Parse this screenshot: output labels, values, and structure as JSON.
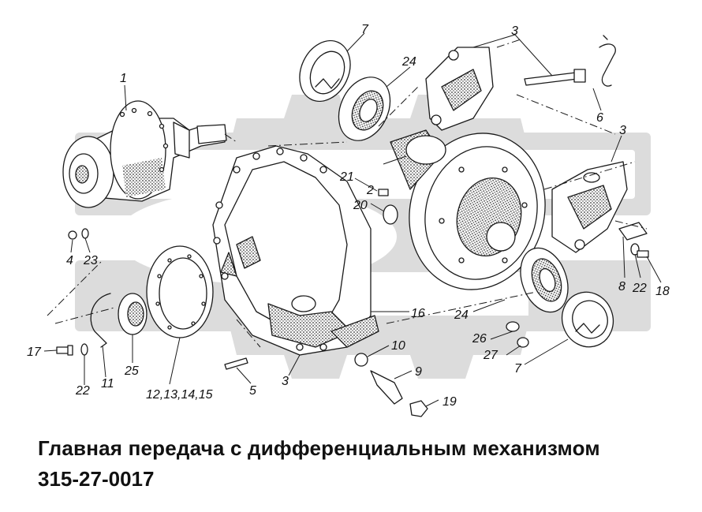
{
  "caption": {
    "title": "Главная передача с дифференциальным механизмом",
    "code": "315-27-0017"
  },
  "callouts": {
    "c1": "1",
    "c2": "2",
    "c3_top": "3",
    "c3_right": "3",
    "c3_bottom": "3",
    "c4": "4",
    "c5": "5",
    "c6": "6",
    "c7_top": "7",
    "c7_bottom": "7",
    "c8": "8",
    "c9": "9",
    "c10": "10",
    "c11": "11",
    "c12_15": "12,13,14,15",
    "c16": "16",
    "c17": "17",
    "c18": "18",
    "c19": "19",
    "c20": "20",
    "c21": "21",
    "c22_left": "22",
    "c22_right": "22",
    "c23": "23",
    "c24_top": "24",
    "c24_bottom": "24",
    "c25": "25",
    "c26": "26",
    "c27": "27"
  },
  "colors": {
    "line": "#1a1a1a",
    "watermark": "#dcdcdc",
    "hatch": "#333333"
  }
}
